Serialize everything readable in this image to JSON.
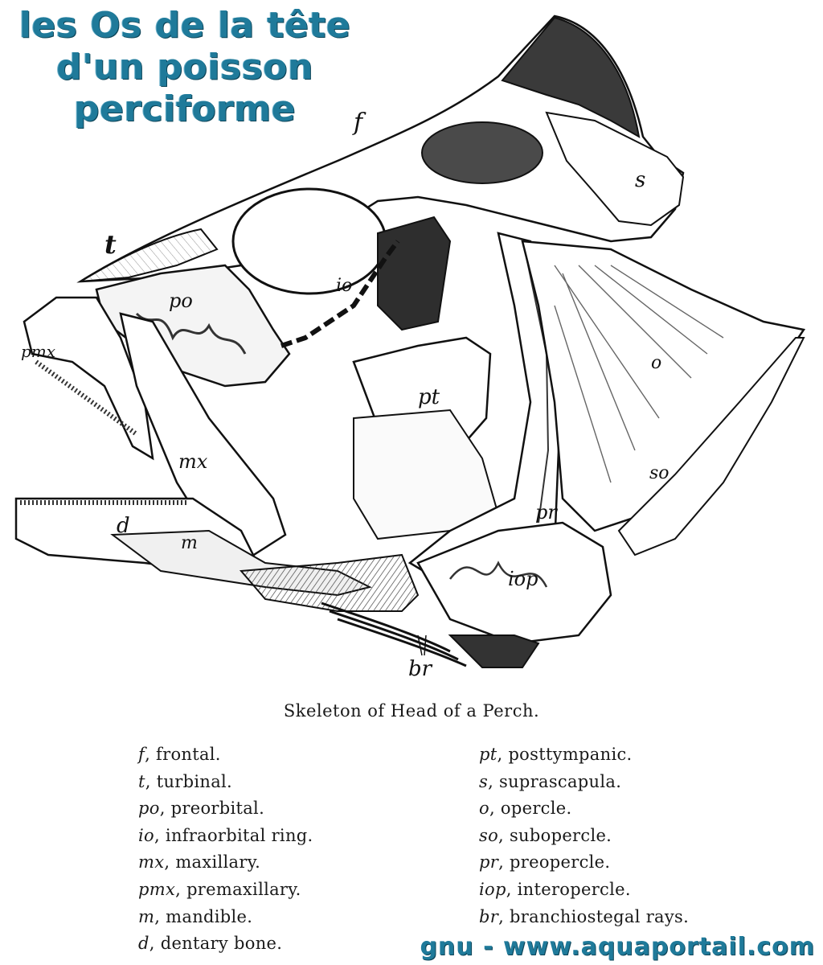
{
  "title": {
    "lines": [
      "les Os de la tête",
      "d'un poisson",
      "perciforme"
    ]
  },
  "drawing": {
    "labels": {
      "f": "f",
      "t": "t",
      "s": "s",
      "io": "io",
      "po": "po",
      "pmx": "pmx",
      "pt": "pt",
      "o": "o",
      "mx": "mx",
      "so": "so",
      "d": "d",
      "m": "m",
      "pr": "pr",
      "iop": "iop",
      "br": "br"
    }
  },
  "caption": "Skeleton of Head of a Perch.",
  "legend": {
    "left": [
      {
        "abbr": "f",
        "name": "frontal."
      },
      {
        "abbr": "t",
        "name": "turbinal."
      },
      {
        "abbr": "po",
        "name": "preorbital."
      },
      {
        "abbr": "io",
        "name": "infraorbital ring."
      },
      {
        "abbr": "mx",
        "name": "maxillary."
      },
      {
        "abbr": "pmx",
        "name": "premaxillary."
      },
      {
        "abbr": "m",
        "name": "mandible."
      },
      {
        "abbr": "d",
        "name": "dentary bone."
      }
    ],
    "right": [
      {
        "abbr": "pt",
        "name": "posttympanic."
      },
      {
        "abbr": "s",
        "name": "suprascapula."
      },
      {
        "abbr": "o",
        "name": "opercle."
      },
      {
        "abbr": "so",
        "name": "subopercle."
      },
      {
        "abbr": "pr",
        "name": "preopercle."
      },
      {
        "abbr": "iop",
        "name": "interopercle."
      },
      {
        "abbr": "br",
        "name": "branchiostegal rays."
      }
    ]
  },
  "footer": "gnu - www.aquaportail.com",
  "colors": {
    "title": "#1f7a9a",
    "ink": "#111111",
    "shade": "#555555"
  }
}
